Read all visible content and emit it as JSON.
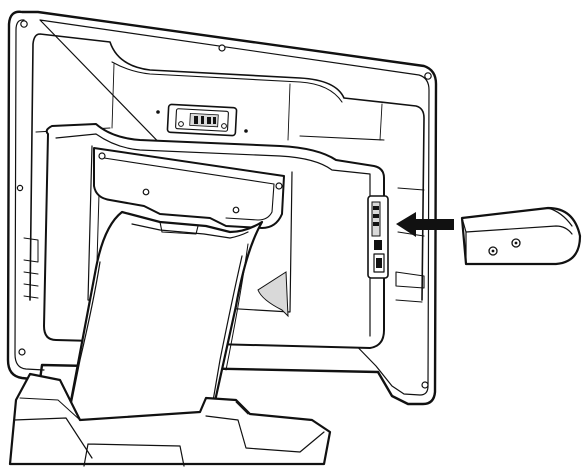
{
  "figure": {
    "subject": "monitor-rear-with-stand",
    "accessory": "side-mounted-module",
    "arrow_direction": "left",
    "colors": {
      "line": "#111111",
      "fill": "#ffffff",
      "shade": "#d9d9d9",
      "arrow": "#111111"
    }
  }
}
